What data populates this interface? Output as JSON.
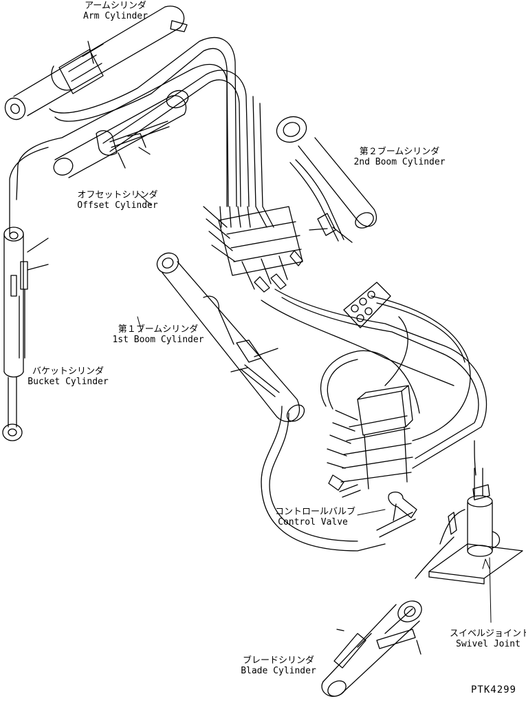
{
  "labels": {
    "arm_cylinder": {
      "jp": "アームシリンダ",
      "en": "Arm Cylinder"
    },
    "offset_cylinder": {
      "jp": "オフセットシリンダ",
      "en": "Offset Cylinder"
    },
    "boom2_cylinder": {
      "jp": "第２ブームシリンダ",
      "en": "2nd Boom Cylinder"
    },
    "boom1_cylinder": {
      "jp": "第１ブームシリンダ",
      "en": "1st Boom Cylinder"
    },
    "bucket_cylinder": {
      "jp": "バケットシリンダ",
      "en": "Bucket Cylinder"
    },
    "control_valve": {
      "jp": "コントロールバルブ",
      "en": "Control Valve"
    },
    "swivel_joint": {
      "jp": "スイベルジョイント",
      "en": "Swivel Joint"
    },
    "blade_cylinder": {
      "jp": "ブレードシリンダ",
      "en": "Blade Cylinder"
    }
  },
  "drawing_code": "PTK4299",
  "colors": {
    "line": "#000000",
    "background": "#ffffff"
  }
}
